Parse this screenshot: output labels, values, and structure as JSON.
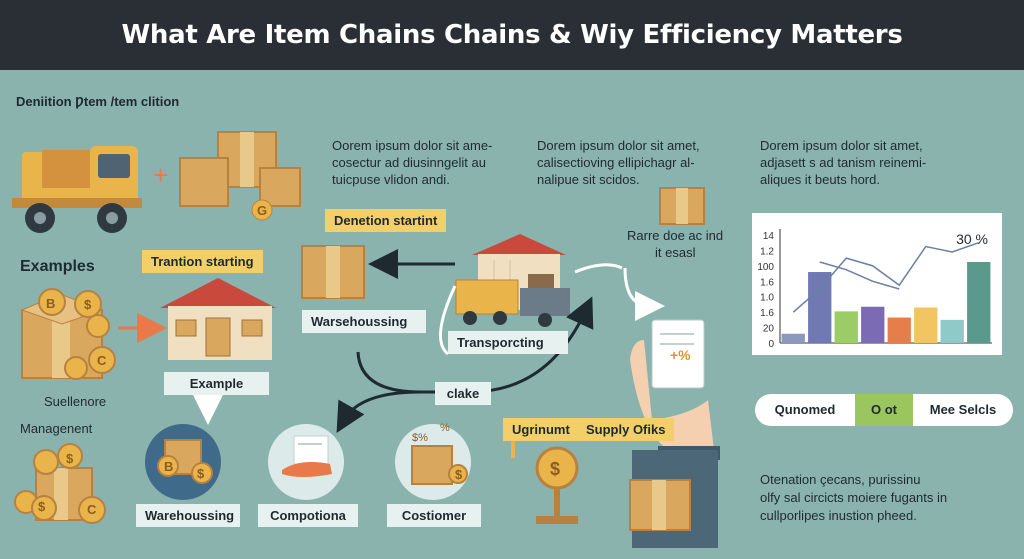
{
  "title": "What Are Item Chains Chains & Wiy Efficiency Matters",
  "definition_heading": "Deniition Ƿtem /tem clition",
  "columns": [
    {
      "lines": [
        "Oorem ipsum dolor sit ame-",
        "cosectur ad diusinngelit au",
        "tuicpuse vlidon andi."
      ]
    },
    {
      "lines": [
        "Dorem ipsum dolor sit amet,",
        "calisectioving ellipichagr al-",
        "nalipue sit scidos."
      ]
    },
    {
      "lines": [
        "Dorem ipsum dolor sit amet,",
        "adjasett s ad tanism reinemi-",
        "aliques it beuts hord."
      ]
    }
  ],
  "rare_note": {
    "lines": [
      "Rarre doe ac ind",
      "it esasl"
    ]
  },
  "side_labels": {
    "examples": "Examples",
    "sullenore": "Suellenore",
    "management": "Managenent"
  },
  "labels": {
    "denetion": "Denetion startint",
    "transition": "Trantion starting",
    "warehousing_top": "Warsehoussing",
    "transporting": "Transporcting",
    "example": "Example",
    "chake": "clake",
    "ugrinunt": "Ugrinumt",
    "supply": "Supply Ofiks",
    "warehousing_bottom": "Warehoussing",
    "compotiona": "Compotiona",
    "costiomer": "Costiomer"
  },
  "icons": {
    "plus": "+",
    "coin_b": "B",
    "coin_s": "$",
    "coin_c": "C",
    "coin_g": "G",
    "percent_tag": "+%",
    "pct_a": "$%",
    "pct_b": "%"
  },
  "pill": {
    "left": "Qunomed",
    "middle": "O ot",
    "right": "Mee Selcls"
  },
  "footer": {
    "lines": [
      "Otenation çecans, purissinu",
      "olfy sal circicts moiere fugants in",
      "cullporlipes inustion pheed."
    ]
  },
  "chart_data": {
    "type": "bar",
    "annotation": "30 %",
    "y_ticks": [
      "14",
      "1.2",
      "100",
      "1.6",
      "1.0",
      "1.6",
      "20",
      "0"
    ],
    "ylim": [
      0,
      14
    ],
    "values": [
      1.2,
      9.2,
      4.1,
      4.7,
      3.3,
      4.6,
      3.0,
      10.5
    ],
    "bar_colors": [
      "#8d98c0",
      "#7179b3",
      "#9ccc65",
      "#7b6bb4",
      "#e57e4a",
      "#f2c462",
      "#8fcac8",
      "#5a9a8c"
    ],
    "line_series": [
      {
        "values": [
          4.0,
          7.0,
          11.0,
          10.0,
          7.5,
          12.5,
          11.8,
          13.0
        ]
      },
      {
        "values": [
          null,
          10.5,
          9.5,
          8.0,
          7.0
        ]
      }
    ],
    "line_colors": [
      "#6a7fa3",
      "#6a7fa3"
    ]
  },
  "colors": {
    "background": "#8ab3ae",
    "header": "#2a2f36",
    "box": "#d9a85e",
    "box_dark": "#b98140",
    "label_yellow": "#f2cf68",
    "label_white": "#e7f1ef",
    "arrow_orange": "#e8794b",
    "truck": "#e9b54a",
    "roof": "#c9493c"
  }
}
